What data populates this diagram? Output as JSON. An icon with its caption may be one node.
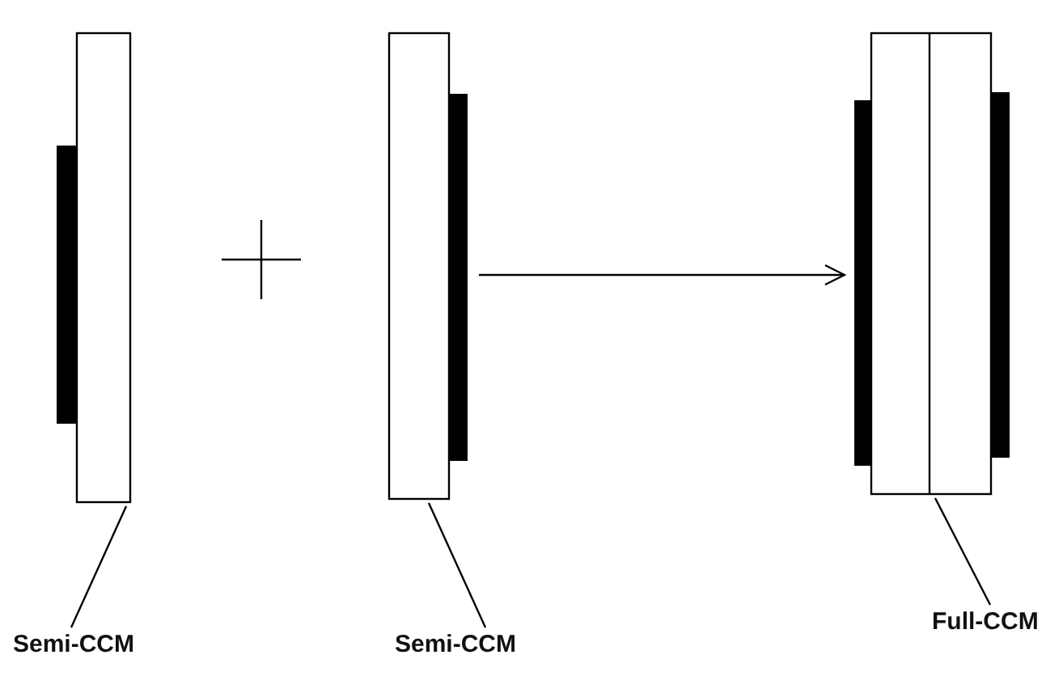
{
  "diagram": {
    "nodes": [
      {
        "text": [],
        "shape": "box"
      },
      {
        "text": [],
        "shape": "box"
      },
      {
        "text": [],
        "shape": "box"
      },
      {
        "text": [
          "Semi-CCM"
        ]
      },
      {
        "text": [
          "Semi-CCM"
        ]
      },
      {
        "text": [
          "Full-CCM"
        ]
      }
    ],
    "edges": [
      {
        "from": 3,
        "to": 0,
        "arrow": "none"
      },
      {
        "from": 4,
        "to": 1,
        "arrow": "none"
      },
      {
        "from": 1,
        "to": 2,
        "arrow": "to"
      },
      {
        "from": 5,
        "to": 2,
        "arrow": "none"
      }
    ]
  }
}
